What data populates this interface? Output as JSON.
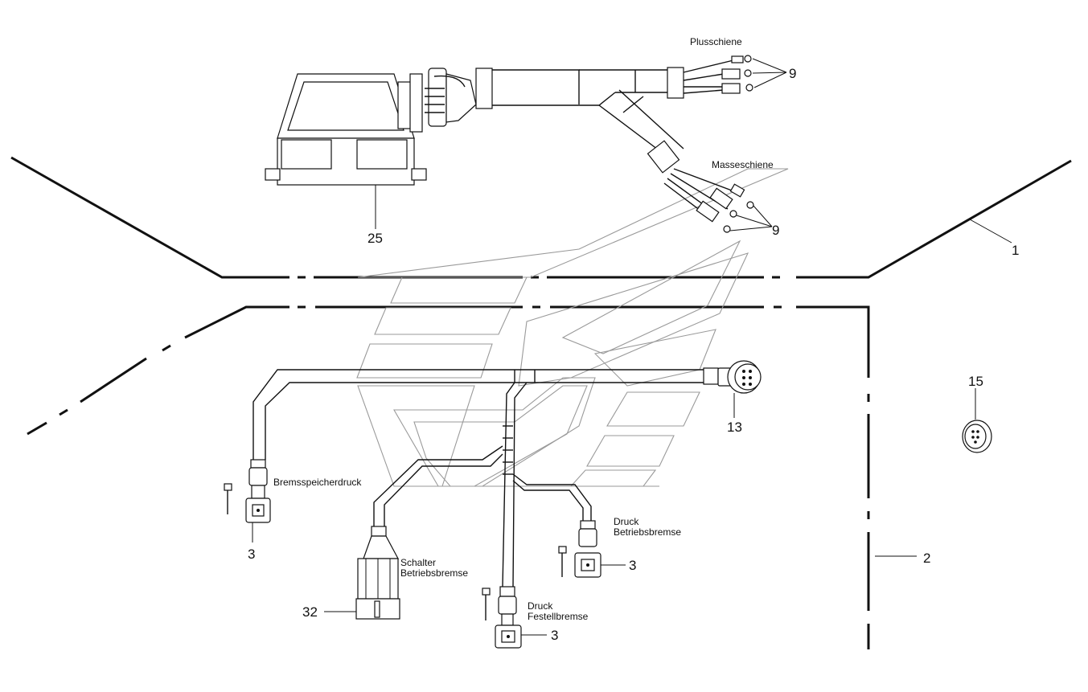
{
  "diagram": {
    "part_numbers": {
      "p1": "1",
      "p2": "2",
      "p3a": "3",
      "p3b": "3",
      "p3c": "3",
      "p9a": "9",
      "p9b": "9",
      "p13": "13",
      "p15": "15",
      "p25": "25",
      "p32": "32"
    },
    "labels": {
      "plusschiene": "Plusschiene",
      "masseschiene": "Masseschiene",
      "bremsspeicherdruck": "Bremsspeicherdruck",
      "druck_betriebsbremse_1": "Druck",
      "druck_betriebsbremse_2": "Betriebsbremse",
      "schalter_betriebsbremse_1": "Schalter",
      "schalter_betriebsbremse_2": "Betriebsbremse",
      "druck_festellbremse_1": "Druck",
      "druck_festellbremse_2": "Festellbremse"
    }
  }
}
